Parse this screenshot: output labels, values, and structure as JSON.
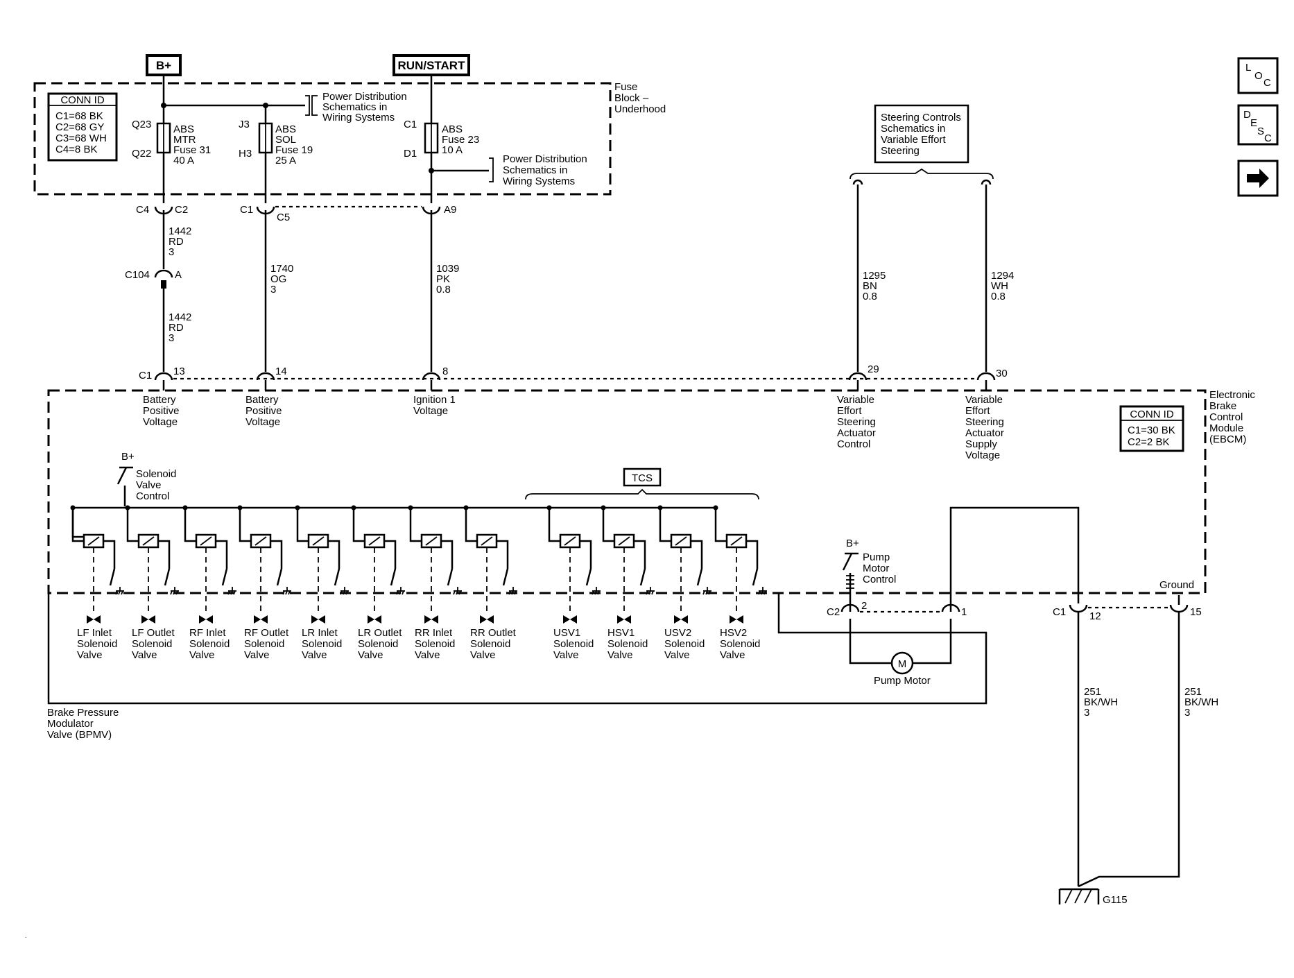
{
  "power": {
    "bplus": "B+",
    "runstart": "RUN/START"
  },
  "fuse_block": {
    "conn": {
      "title": "CONN ID",
      "lines": [
        "C1=68 BK",
        "C2=68 GY",
        "C3=68 WH",
        "C4=8 BK"
      ]
    },
    "name_lines": [
      "Fuse",
      "Block –",
      "Underhood"
    ],
    "ref_top": [
      "Power Distribution",
      "Schematics in",
      "Wiring  Systems"
    ],
    "ref_bottom": [
      "Power Distribution",
      "Schematics in",
      "Wiring  Systems"
    ],
    "fuses": [
      {
        "pin_top": "Q23",
        "pin_bottom": "Q22",
        "lines": [
          "ABS",
          "MTR",
          "Fuse 31",
          "40 A"
        ]
      },
      {
        "pin_top": "J3",
        "pin_bottom": "H3",
        "lines": [
          "ABS",
          "SOL",
          "Fuse 19",
          "25 A"
        ]
      },
      {
        "pin_top": "C1",
        "pin_bottom": "D1",
        "lines": [
          "ABS",
          "Fuse 23",
          "10 A"
        ]
      }
    ]
  },
  "steering_ref": [
    "Steering Controls",
    "Schematics in",
    "Variable Effort",
    "Steering"
  ],
  "connectors": {
    "c4": "C4",
    "c2": "C2",
    "c1_left": "C1",
    "c5": "C5",
    "a9": "A9",
    "c104": "C104",
    "a": "A"
  },
  "wires": {
    "w1442a": [
      "1442",
      "RD",
      "3"
    ],
    "w1442b": [
      "1442",
      "RD",
      "3"
    ],
    "w1740": [
      "1740",
      "OG",
      "3"
    ],
    "w1039": [
      "1039",
      "PK",
      "0.8"
    ],
    "w1295": [
      "1295",
      "BN",
      "0.8"
    ],
    "w1294": [
      "1294",
      "WH",
      "0.8"
    ],
    "w251a": [
      "251",
      "BK/WH",
      "3"
    ],
    "w251b": [
      "251",
      "BK/WH",
      "3"
    ]
  },
  "ebcm": {
    "name_lines": [
      "Electronic",
      "Brake",
      "Control",
      "Module",
      "(EBCM)"
    ],
    "conn": {
      "title": "CONN ID",
      "lines": [
        "C1=30 BK",
        "C2=2 BK"
      ]
    },
    "c1": "C1",
    "pins": [
      "13",
      "14",
      "8",
      "29",
      "30"
    ],
    "pin_labels": [
      [
        "Battery",
        "Positive",
        "Voltage"
      ],
      [
        "Battery",
        "Positive",
        "Voltage"
      ],
      [
        "Ignition 1",
        "Voltage"
      ],
      [
        "Variable",
        "Effort",
        "Steering",
        "Actuator",
        "Control"
      ],
      [
        "Variable",
        "Effort",
        "Steering",
        "Actuator",
        "Supply",
        "Voltage"
      ]
    ],
    "sol_bplus": "B+",
    "sol_ctrl": [
      "Solenoid",
      "Valve",
      "Control"
    ],
    "tcs": "TCS",
    "pump_bplus": "B+",
    "pump_ctrl": [
      "Pump",
      "Motor",
      "Control"
    ],
    "ground": "Ground",
    "c2": "C2",
    "pin2": "2",
    "pin1": "1",
    "c1_gnd": "C1",
    "pin12": "12",
    "pin15": "15"
  },
  "bpmv": {
    "name_lines": [
      "Brake Pressure",
      "Modulator",
      "Valve (BPMV)"
    ],
    "valves": [
      [
        "LF Inlet",
        "Solenoid",
        "Valve"
      ],
      [
        "LF Outlet",
        "Solenoid",
        "Valve"
      ],
      [
        "RF Inlet",
        "Solenoid",
        "Valve"
      ],
      [
        "RF Outlet",
        "Solenoid",
        "Valve"
      ],
      [
        "LR Inlet",
        "Solenoid",
        "Valve"
      ],
      [
        "LR Outlet",
        "Solenoid",
        "Valve"
      ],
      [
        "RR Inlet",
        "Solenoid",
        "Valve"
      ],
      [
        "RR Outlet",
        "Solenoid",
        "Valve"
      ],
      [
        "USV1",
        "Solenoid",
        "Valve"
      ],
      [
        "HSV1",
        "Solenoid",
        "Valve"
      ],
      [
        "USV2",
        "Solenoid",
        "Valve"
      ],
      [
        "HSV2",
        "Solenoid",
        "Valve"
      ]
    ],
    "motor_symbol": "M",
    "motor_label": "Pump Motor"
  },
  "ground_label": "G115",
  "nav": {
    "loc": [
      "L",
      "O",
      "C"
    ],
    "desc": [
      "D",
      "E",
      "S",
      "C"
    ],
    "next": "→"
  }
}
